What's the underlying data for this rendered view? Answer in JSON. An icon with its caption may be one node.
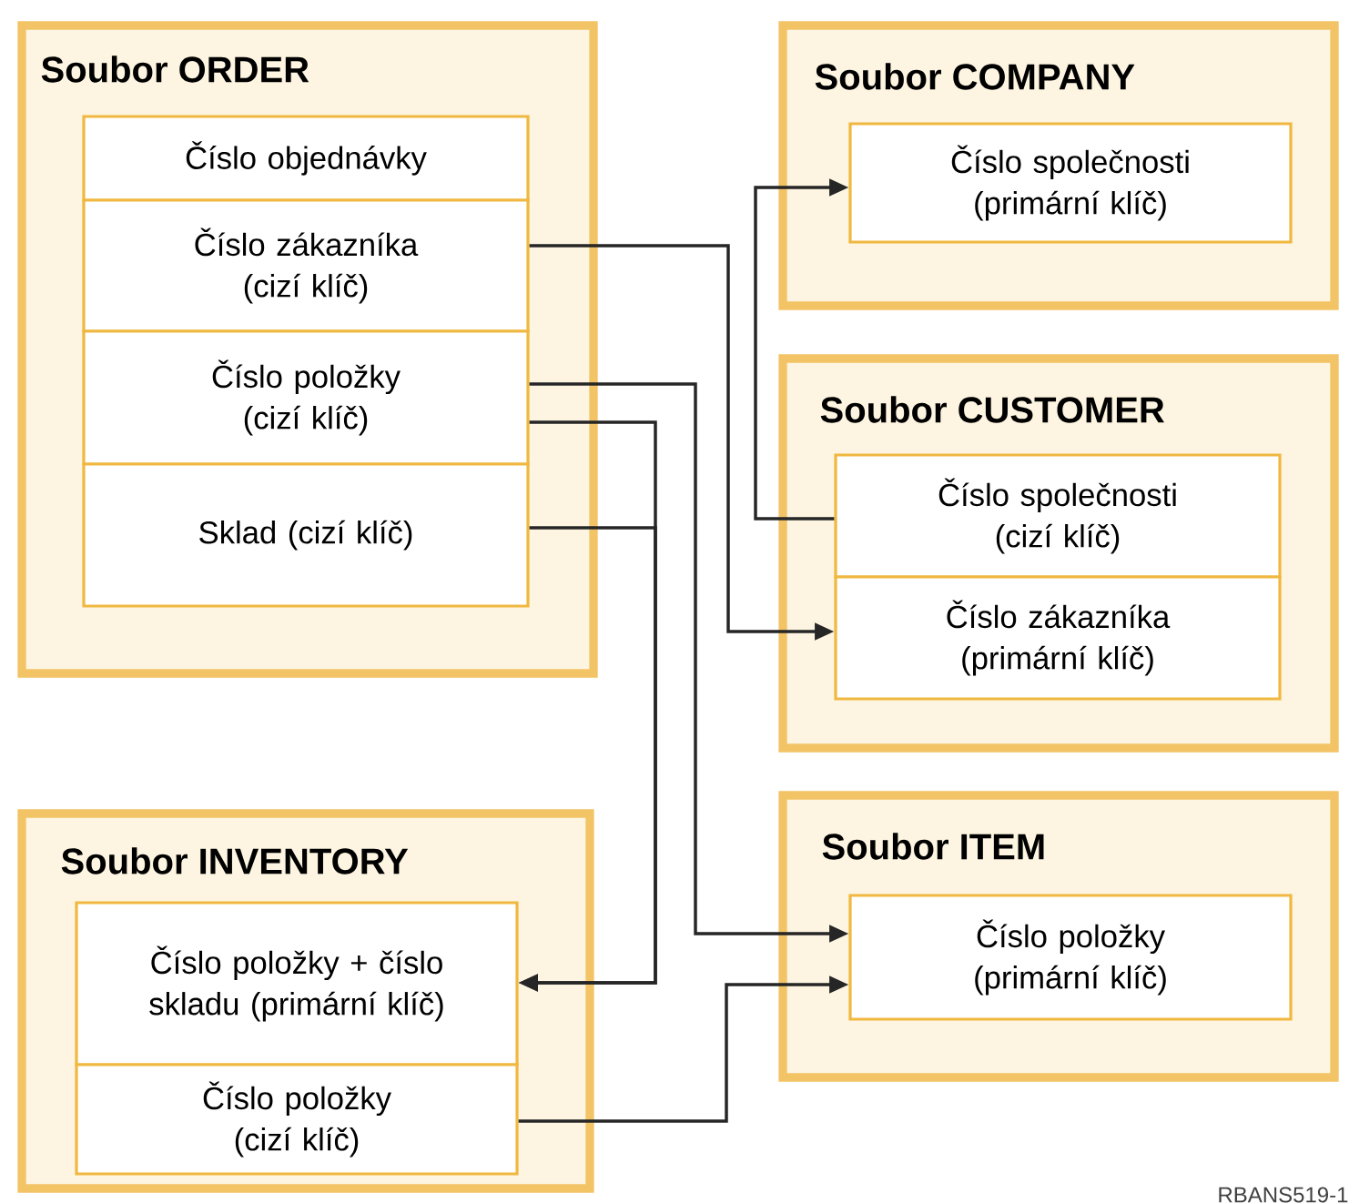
{
  "diagram": {
    "nodes": [
      {
        "text": [
          "Soubor ORDER"
        ]
      },
      {
        "text": [
          "Číslo objednávky"
        ],
        "in": 0
      },
      {
        "text": [
          "Číslo zákazníka (cizí klíč)"
        ],
        "in": 0
      },
      {
        "text": [
          "Číslo položky (cizí klíč)"
        ],
        "in": 0
      },
      {
        "text": [
          "Sklad (cizí klíč)"
        ],
        "in": 0
      },
      {
        "text": [
          "Soubor COMPANY"
        ]
      },
      {
        "text": [
          "Číslo společnosti (primární klíč)"
        ],
        "in": 5
      },
      {
        "text": [
          "Soubor CUSTOMER"
        ]
      },
      {
        "text": [
          "Číslo společnosti (cizí klíč)"
        ],
        "in": 7
      },
      {
        "text": [
          "Číslo zákazníka (primární klíč)"
        ],
        "in": 7
      },
      {
        "text": [
          "Soubor INVENTORY"
        ]
      },
      {
        "text": [
          "Číslo položky + číslo skladu (primární klíč)"
        ],
        "in": 10
      },
      {
        "text": [
          "Číslo položky (cizí klíč)"
        ],
        "in": 10
      },
      {
        "text": [
          "Soubor ITEM"
        ]
      },
      {
        "text": [
          "Číslo položky (primární klíč)"
        ],
        "in": 13
      }
    ],
    "edges": [
      {
        "from": 2,
        "to": 9,
        "arrow": "to"
      },
      {
        "from": 8,
        "to": 6,
        "arrow": "to"
      },
      {
        "from": 3,
        "to": 14,
        "arrow": "to"
      },
      {
        "from": 3,
        "to": 11,
        "arrow": "to"
      },
      {
        "from": 4,
        "to": 11,
        "arrow": "to"
      },
      {
        "from": 12,
        "to": 14,
        "arrow": "to"
      }
    ],
    "labels": [
      "RBANS519-1"
    ]
  }
}
